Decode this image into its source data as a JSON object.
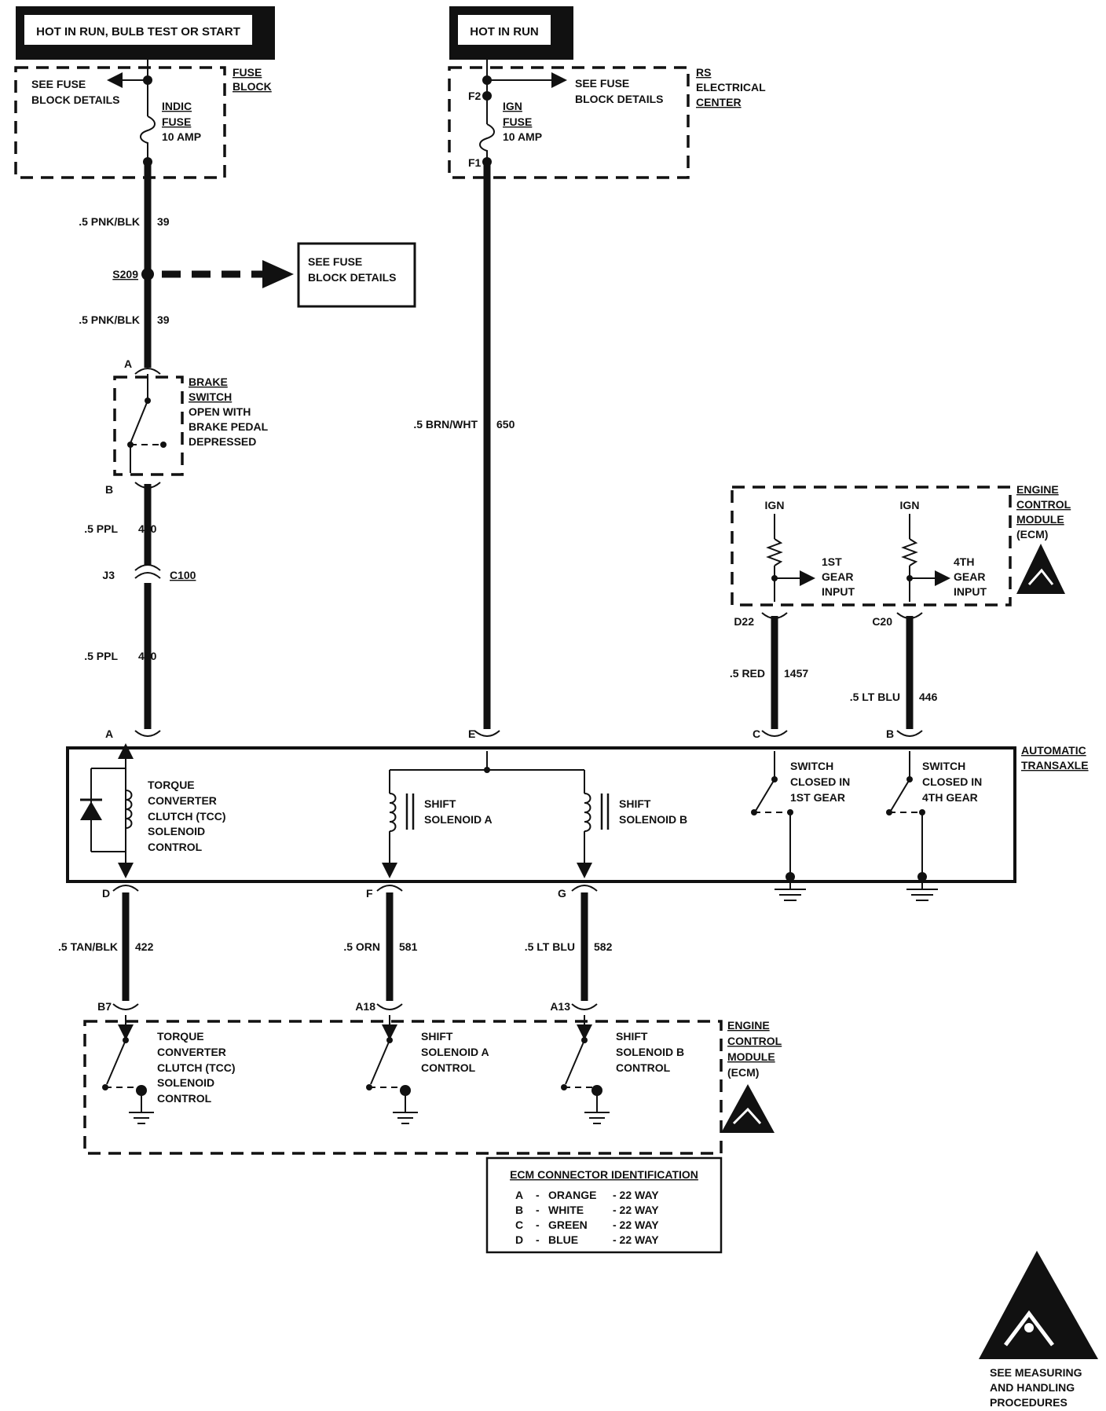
{
  "power": {
    "left_header": "HOT IN RUN, BULB TEST OR START",
    "right_header": "HOT IN RUN"
  },
  "fuse_block": {
    "title_line1": "FUSE",
    "title_line2": "BLOCK",
    "see_line1": "SEE FUSE",
    "see_line2": "BLOCK DETAILS",
    "fuse_line1": "INDIC",
    "fuse_line2": "FUSE",
    "fuse_line3": "10 AMP"
  },
  "rs_center": {
    "title_line1": "RS",
    "title_line2": "ELECTRICAL",
    "title_line3": "CENTER",
    "see_line1": "SEE FUSE",
    "see_line2": "BLOCK DETAILS",
    "terminal_top": "F2",
    "terminal_bottom": "F1",
    "fuse_line1": "IGN",
    "fuse_line2": "FUSE",
    "fuse_line3": "10 AMP"
  },
  "wires": {
    "w39_upper": ".5 PNK/BLK",
    "w39_upper_num": "39",
    "w39_lower": ".5 PNK/BLK",
    "w39_lower_num": "39",
    "w650": ".5 BRN/WHT",
    "w650_num": "650",
    "w420_upper": ".5 PPL",
    "w420_upper_num": "420",
    "w420_lower": ".5 PPL",
    "w420_lower_num": "420",
    "w1457": ".5 RED",
    "w1457_num": "1457",
    "w446": ".5 LT BLU",
    "w446_num": "446",
    "w422": ".5 TAN/BLK",
    "w422_num": "422",
    "w581": ".5 ORN",
    "w581_num": "581",
    "w582": ".5 LT BLU",
    "w582_num": "582"
  },
  "splice": {
    "name": "S209",
    "see_line1": "SEE FUSE",
    "see_line2": "BLOCK DETAILS"
  },
  "brake_switch": {
    "line1": "BRAKE",
    "line2": "SWITCH",
    "line3": "OPEN WITH",
    "line4": "BRAKE PEDAL",
    "line5": "DEPRESSED",
    "pin_top": "A",
    "pin_bottom": "B"
  },
  "connector_c100": {
    "pin": "J3",
    "name": "C100"
  },
  "ecm_top": {
    "line1": "ENGINE",
    "line2": "CONTROL",
    "line3": "MODULE",
    "line4": "(ECM)",
    "ign_left": "IGN",
    "ign_right": "IGN",
    "input1_line1": "1ST",
    "input1_line2": "GEAR",
    "input1_line3": "INPUT",
    "input4_line1": "4TH",
    "input4_line2": "GEAR",
    "input4_line3": "INPUT",
    "pin_left": "D22",
    "pin_right": "C20"
  },
  "transaxle": {
    "line1": "AUTOMATIC",
    "line2": "TRANSAXLE",
    "pin_a": "A",
    "pin_e": "E",
    "pin_c": "C",
    "pin_b": "B",
    "pin_d": "D",
    "pin_f": "F",
    "pin_g": "G",
    "tcc_line1": "TORQUE",
    "tcc_line2": "CONVERTER",
    "tcc_line3": "CLUTCH (TCC)",
    "tcc_line4": "SOLENOID",
    "tcc_line5": "CONTROL",
    "shift_a_line1": "SHIFT",
    "shift_a_line2": "SOLENOID A",
    "shift_b_line1": "SHIFT",
    "shift_b_line2": "SOLENOID B",
    "sw1_line1": "SWITCH",
    "sw1_line2": "CLOSED IN",
    "sw1_line3": "1ST GEAR",
    "sw4_line1": "SWITCH",
    "sw4_line2": "CLOSED IN",
    "sw4_line3": "4TH GEAR"
  },
  "ecm_bottom": {
    "line1": "ENGINE",
    "line2": "CONTROL",
    "line3": "MODULE",
    "line4": "(ECM)",
    "pin_b7": "B7",
    "pin_a18": "A18",
    "pin_a13": "A13",
    "tcc_line1": "TORQUE",
    "tcc_line2": "CONVERTER",
    "tcc_line3": "CLUTCH (TCC)",
    "tcc_line4": "SOLENOID",
    "tcc_line5": "CONTROL",
    "sa_line1": "SHIFT",
    "sa_line2": "SOLENOID A",
    "sa_line3": "CONTROL",
    "sb_line1": "SHIFT",
    "sb_line2": "SOLENOID B",
    "sb_line3": "CONTROL"
  },
  "ecm_connector_id": {
    "title": "ECM CONNECTOR IDENTIFICATION",
    "rows": [
      {
        "letter": "A",
        "dash1": "-",
        "color": "ORANGE",
        "size": "- 22 WAY"
      },
      {
        "letter": "B",
        "dash1": "-",
        "color": "WHITE",
        "size": "- 22 WAY"
      },
      {
        "letter": "C",
        "dash1": "-",
        "color": "GREEN",
        "size": "- 22 WAY"
      },
      {
        "letter": "D",
        "dash1": "-",
        "color": "BLUE",
        "size": "- 22 WAY"
      }
    ]
  },
  "esd_note": {
    "line1": "SEE MEASURING",
    "line2": "AND HANDLING",
    "line3": "PROCEDURES"
  }
}
